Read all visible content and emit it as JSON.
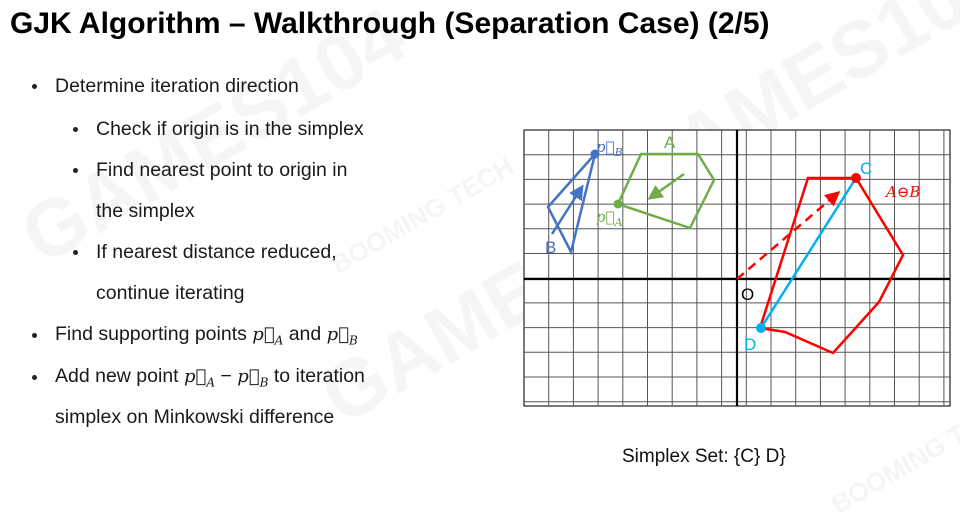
{
  "slide": {
    "title": "GJK Algorithm – Walkthrough (Separation Case) (2/5)"
  },
  "bullets": [
    {
      "text": "Determine iteration direction"
    },
    {
      "text": "Check if origin is in the simplex"
    },
    {
      "text": "Find nearest point to origin in"
    },
    {
      "text": "the simplex"
    },
    {
      "text": "If nearest distance reduced,"
    },
    {
      "text": "continue iterating"
    },
    {
      "text_prefix": "Find supporting points ",
      "vec_a": "p⃗",
      "vec_a_sub": "A",
      "mid": " and ",
      "vec_b": "p⃗",
      "vec_b_sub": "B"
    },
    {
      "text_prefix": "Add new point ",
      "vec_a": "p⃗",
      "vec_a_sub": "A",
      "mid": " − ",
      "vec_b": "p⃗",
      "vec_b_sub": "B",
      "suffix": " to iteration"
    },
    {
      "text": "simplex on Minkowski difference"
    }
  ],
  "figure": {
    "labels": {
      "pB": "p⃗",
      "pB_sub": "B",
      "pA": "p⃗",
      "pA_sub": "A",
      "A": "A",
      "B": "B",
      "C": "C",
      "D": "D",
      "O": "O",
      "minkowski": "A⊖B"
    },
    "colors": {
      "blue": "#4472c4",
      "green": "#70ad47",
      "red": "#ff0000",
      "cyan": "#00b0f0"
    }
  },
  "caption": "Simplex Set: {C} D}",
  "watermarks": [
    "GAMES104",
    "BOOMING TECH"
  ]
}
